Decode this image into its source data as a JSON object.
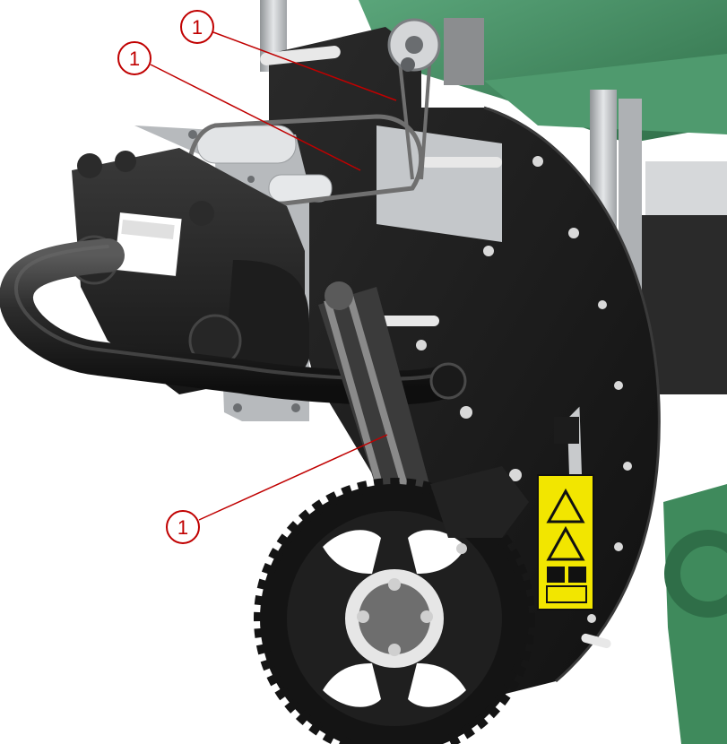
{
  "diagram": {
    "callouts": [
      {
        "id": "chain-upper-right",
        "label": "1"
      },
      {
        "id": "chain-upper-left",
        "label": "1"
      },
      {
        "id": "chain-lower",
        "label": "1"
      }
    ],
    "colors": {
      "callout": "#c00000",
      "frame_green": "#3f8a5c",
      "plate_black": "#1b1b1b",
      "steel": "#b9bcbf",
      "warning_yellow": "#f2e600"
    }
  }
}
